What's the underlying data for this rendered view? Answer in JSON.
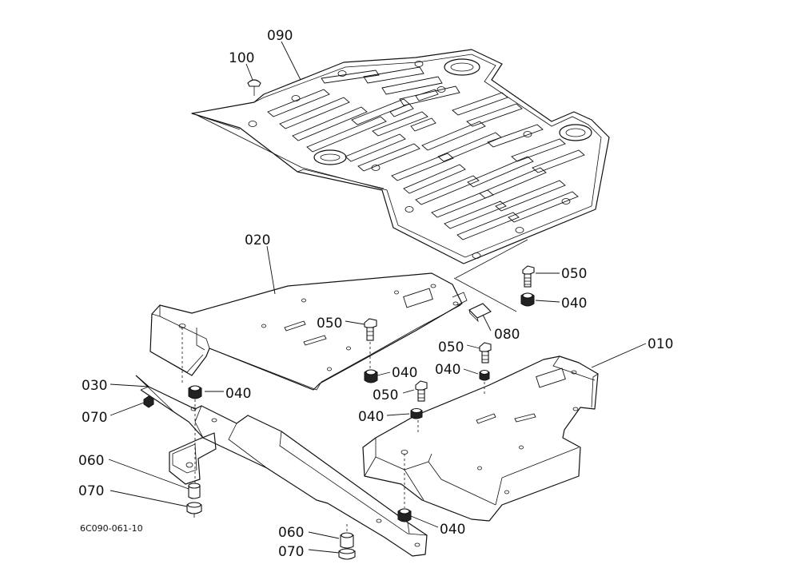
{
  "drawing_code": "6C090-061-10",
  "callouts": {
    "p090": "090",
    "p100": "100",
    "p020": "020",
    "p050a": "050",
    "p040a": "040",
    "p080": "080",
    "p050b": "050",
    "p040b": "040",
    "p050c": "050",
    "p040c": "040",
    "p050d": "050",
    "p040d": "040",
    "p040e": "040",
    "p030": "030",
    "p070a": "070",
    "p010": "010",
    "p060a": "060",
    "p070b": "070",
    "p040f": "040",
    "p060b": "060",
    "p070c": "070"
  }
}
